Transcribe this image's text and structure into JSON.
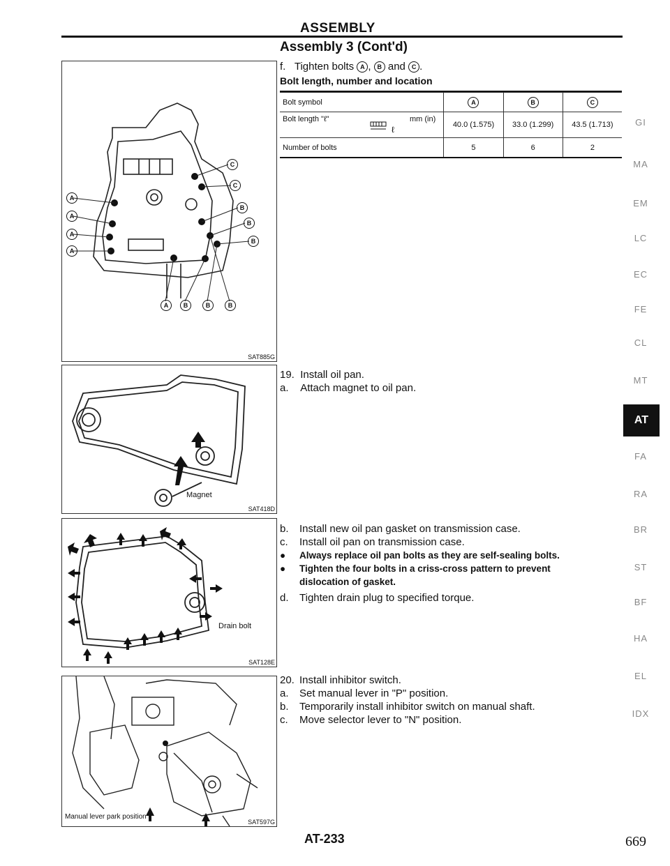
{
  "header": {
    "title": "ASSEMBLY"
  },
  "section": {
    "title": "Assembly 3 (Cont'd)",
    "step_f": "f.",
    "step_f_text": "Tighten bolts",
    "step_f_and": "and",
    "bolt_a": "A",
    "bolt_b": "B",
    "bolt_c": "C",
    "subtitle": "Bolt length, number and location"
  },
  "bolt_table": {
    "rows": [
      {
        "label": "Bolt symbol",
        "unit": "",
        "symbol_letter": "",
        "a": "A",
        "b": "B",
        "c": "C"
      },
      {
        "label": "Bolt length \"ℓ\"",
        "unit": "mm (in)",
        "symbol_letter": "ℓ",
        "a": "40.0 (1.575)",
        "b": "33.0 (1.299)",
        "c": "43.5 (1.713)"
      },
      {
        "label": "Number of bolts",
        "unit": "",
        "symbol_letter": "",
        "a": "5",
        "b": "6",
        "c": "2"
      }
    ]
  },
  "figures": [
    {
      "code": "SAT885G",
      "labels": {
        "a": "A",
        "b": "B",
        "c": "C"
      }
    },
    {
      "code": "SAT418D",
      "label": "Magnet"
    },
    {
      "code": "SAT128E",
      "label": "Drain bolt"
    },
    {
      "code": "SAT597G",
      "label": "Manual lever park position"
    }
  ],
  "step19": {
    "num": "19.",
    "text": "Install oil pan.",
    "a_mark": "a.",
    "a_text": "Attach magnet to oil pan."
  },
  "step19b": {
    "b_mark": "b.",
    "b_text": "Install new oil pan gasket on transmission case.",
    "c_mark": "c.",
    "c_text": "Install oil pan on transmission case.",
    "bullet1": "Always replace oil pan bolts as they are self-sealing bolts.",
    "bullet2_l1": "Tighten the four bolts in a criss-cross pattern to prevent",
    "bullet2_l2": "dislocation of gasket.",
    "d_mark": "d.",
    "d_text": "Tighten drain plug to specified torque."
  },
  "step20": {
    "num": "20.",
    "text": "Install inhibitor switch.",
    "a_mark": "a.",
    "a_text": "Set manual lever in \"P\" position.",
    "b_mark": "b.",
    "b_text": "Temporarily install inhibitor switch on manual shaft.",
    "c_mark": "c.",
    "c_text": "Move selector lever to \"N\" position."
  },
  "sidebar": {
    "items": [
      "GI",
      "MA",
      "EM",
      "LC",
      "EC",
      "FE",
      "CL",
      "MT",
      "FA",
      "RA",
      "BR",
      "ST",
      "BF",
      "HA",
      "EL",
      "IDX"
    ],
    "active": "AT"
  },
  "footer": {
    "page": "AT-233",
    "number": "669"
  }
}
